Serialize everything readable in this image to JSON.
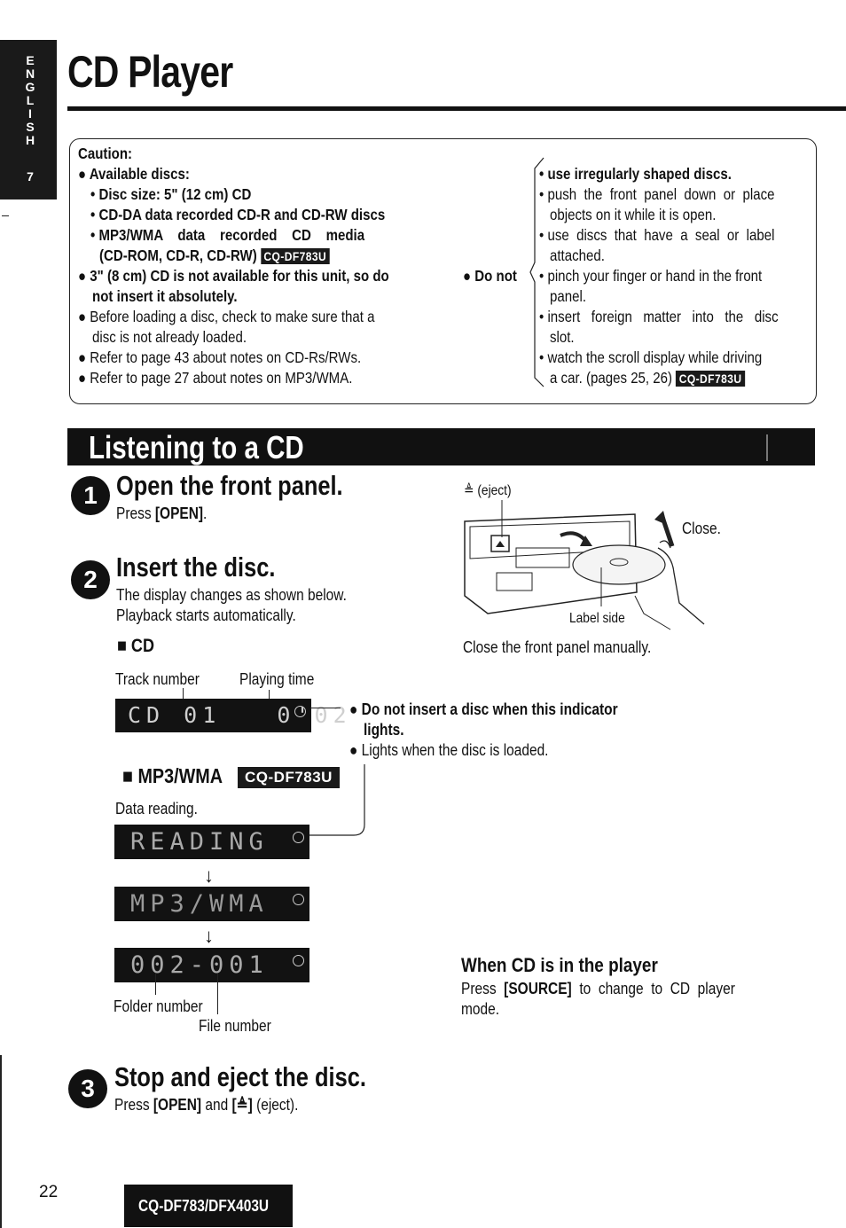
{
  "side_tab": {
    "letters": [
      "E",
      "N",
      "G",
      "L",
      "I",
      "S",
      "H"
    ],
    "number": "7"
  },
  "page_title": "CD Player",
  "caution": {
    "heading": "Caution:",
    "available_discs": "Available discs:",
    "disc_size": "• Disc size: 5\" (12 cm) CD",
    "cdda": "• CD-DA data recorded CD-R and CD-RW discs",
    "mp3_line1": "• MP3/WMA    data    recorded    CD    media",
    "mp3_line2": "(CD-ROM, CD-R, CD-RW)",
    "model_tag": "CQ-DF783U",
    "three_inch_1": "3\" (8 cm) CD is not available for this unit, so do",
    "three_inch_2": "not insert it absolutely.",
    "before_1": "Before loading a disc, check to make sure that a",
    "before_2": "disc is not already loaded.",
    "refer_43": "Refer to page 43 about notes on CD-Rs/RWs.",
    "refer_27": "Refer to page 27 about notes on MP3/WMA.",
    "do_not": "Do not",
    "dn_1": "• use irregularly shaped discs.",
    "dn_2a": "• push  the  front  panel  down  or  place",
    "dn_2b": "objects on it while it is open.",
    "dn_3a": "• use  discs  that  have  a  seal  or  label",
    "dn_3b": "attached.",
    "dn_4a": "• pinch your finger or hand in the front",
    "dn_4b": "panel.",
    "dn_5a": "• insert   foreign   matter   into   the   disc",
    "dn_5b": "slot.",
    "dn_6a": "• watch the scroll display while driving",
    "dn_6b": "a car. (pages 25, 26)"
  },
  "section_title": "Listening to a CD",
  "step1": {
    "num": "1",
    "title": "Open the front panel.",
    "text_pre": "Press ",
    "text_key": "[OPEN]",
    "text_post": "."
  },
  "step2": {
    "num": "2",
    "title": "Insert the disc.",
    "line1": "The display changes as shown below.",
    "line2": "Playback starts automatically.",
    "cd_label": "■ CD",
    "track_number": "Track number",
    "playing_time": "Playing time",
    "lcd_cd": "CD 01   0'02",
    "indicator_1": "Do not insert a disc when this indicator",
    "indicator_2": "lights.",
    "indicator_3": "Lights when the disc is loaded.",
    "mp3_label": "■ MP3/WMA",
    "data_reading": "Data reading.",
    "lcd_reading": "READING",
    "lcd_mp3": "MP3/WMA",
    "lcd_folder": "002-001",
    "folder_number": "Folder number",
    "file_number": "File number"
  },
  "illustration": {
    "eject": "≜ (eject)",
    "close": "Close.",
    "label_side": "Label side",
    "caption": "Close the front panel manually."
  },
  "when_cd": {
    "title": "When CD is in the player",
    "line1_pre": "Press  ",
    "line1_key": "[SOURCE]",
    "line1_post": "  to  change  to  CD  player",
    "line2": "mode."
  },
  "step3": {
    "num": "3",
    "title": "Stop and eject the disc.",
    "pre": "Press ",
    "key1": "[OPEN]",
    "mid": " and ",
    "key2": "[≜]",
    "post": " (eject)."
  },
  "page_number": "22",
  "footer_model": "CQ-DF783/DFX403U"
}
